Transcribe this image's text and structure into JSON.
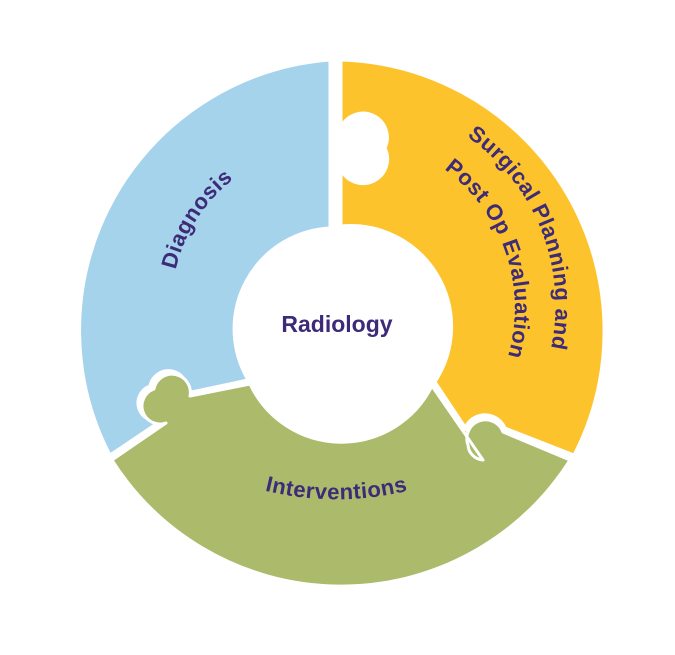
{
  "diagram": {
    "center_label": "Radiology",
    "segments": [
      {
        "id": "diagnosis",
        "label": "Diagnosis",
        "color": "#a6d3ec"
      },
      {
        "id": "surgical",
        "label_line1": "Surgical Planning and",
        "label_line2": "Post Op Evaluation",
        "color": "#fdc32c"
      },
      {
        "id": "interventions",
        "label": "Interventions",
        "color": "#acba6c"
      }
    ],
    "text_color": "#3d2b78",
    "center_color": "#ffffff",
    "background": "#ffffff"
  }
}
